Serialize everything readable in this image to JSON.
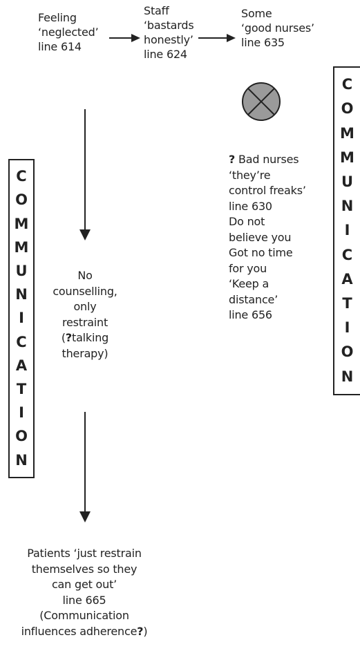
{
  "nodes": {
    "feeling": [
      "Feeling",
      "‘neglected’",
      "line 614"
    ],
    "staff": [
      "Staff",
      "‘bastards",
      "honestly’",
      "line 624"
    ],
    "good_nurses": [
      "Some",
      "‘good nurses’",
      "line 635"
    ],
    "bad_nurses": {
      "q": "?",
      "first": " Bad nurses",
      "rest": [
        "‘they’re",
        "control freaks’",
        "line 630",
        "Do not",
        "believe you",
        "Got no time",
        "for you",
        "‘Keep a",
        "distance’",
        "line 656"
      ]
    },
    "no_counselling": {
      "lines": [
        "No",
        "counselling,",
        "only",
        "restraint"
      ],
      "paren_open": "(",
      "q": "?",
      "paren_rest": "talking",
      "last": "therapy)"
    },
    "patients": {
      "lines": [
        "Patients ‘just restrain",
        "themselves so they",
        "can get out’",
        "line 665",
        "(Communication"
      ],
      "last_text": "influences adherence",
      "last_q": "?",
      "last_close": ")"
    }
  },
  "left_box": [
    "C",
    "O",
    "M",
    "M",
    "U",
    "N",
    "I",
    "C",
    "A",
    "T",
    "I",
    "O",
    "N"
  ],
  "right_box": [
    "C",
    "O",
    "M",
    "M",
    "U",
    "N",
    "I",
    "C",
    "A",
    "T",
    "I",
    "O",
    "N"
  ],
  "colors": {
    "ink": "#222222",
    "circle_fill": "#9a9a9a"
  }
}
